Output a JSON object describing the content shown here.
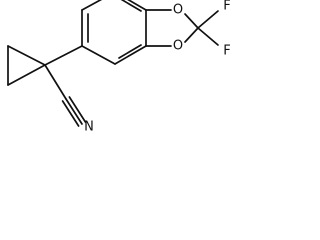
{
  "molecule": {
    "atoms": {
      "oxygen_top": "O",
      "oxygen_bottom": "O",
      "fluorine_top": "F",
      "fluorine_bottom": "F",
      "nitrile_nitrogen": "N"
    }
  }
}
